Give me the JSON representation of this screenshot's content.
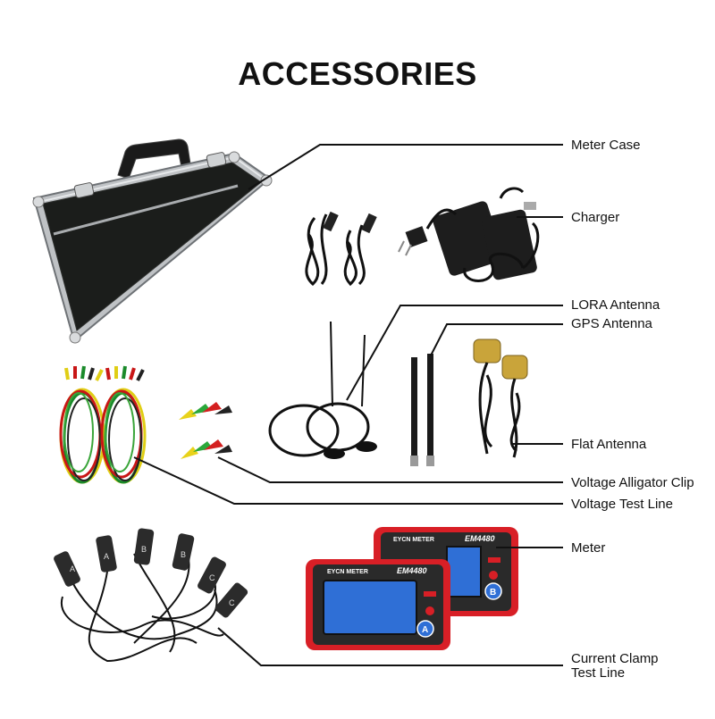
{
  "title": "ACCESSORIES",
  "labels": {
    "meter_case": "Meter Case",
    "charger": "Charger",
    "lora_antenna": "LORA Antenna",
    "gps_antenna": "GPS Antenna",
    "flat_antenna": "Flat Antenna",
    "voltage_alligator_clip": "Voltage Alligator Clip",
    "voltage_test_line": "Voltage Test Line",
    "meter": "Meter",
    "current_clamp_line1": "Current Clamp",
    "current_clamp_line2": "Test Line"
  },
  "meter_texts": {
    "brand": "EYCN METER",
    "model": "EM4480",
    "unit_a": "A",
    "unit_b": "B"
  },
  "clamp_letters": [
    "A",
    "A",
    "B",
    "B",
    "C",
    "C"
  ],
  "colors": {
    "case_body": "#1b1d1b",
    "case_frame": "#b9bcbf",
    "meter_body": "#d81f26",
    "meter_screen": "#2f6fd6",
    "flat_antenna": "#c9a43a"
  }
}
